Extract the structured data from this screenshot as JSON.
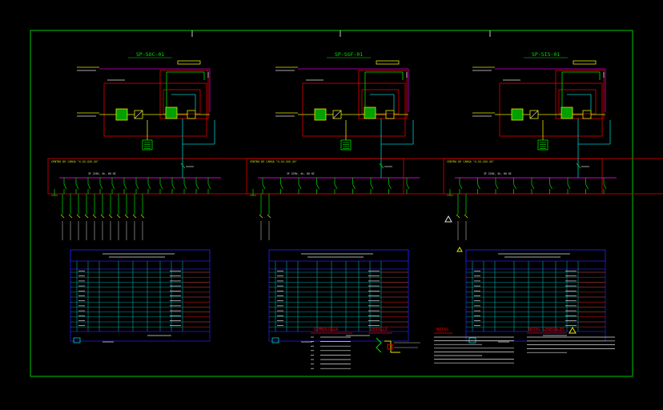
{
  "sheet": {
    "background": "#000000",
    "frame_color": "#00c800"
  },
  "colors": {
    "green": "#00e000",
    "yellow": "#e6e600",
    "red": "#e00000",
    "magenta": "#d000d0",
    "cyan": "#00c8c8",
    "blue": "#2020e0",
    "white": "#e0e0e0"
  },
  "systems": [
    {
      "title": "SP-SOC-01",
      "board_title": "CENTRO DE CARGA \"X-XX-XXX-XX\"",
      "bus_label": "3F 220V, 4h, 60 HZ",
      "branches": 13,
      "feeders": 11
    },
    {
      "title": "SP-SGF-01",
      "board_title": "CENTRO DE CARGA \"X-XX-XXX-XX\"",
      "bus_label": "3F 220V, 4h, 60 HZ",
      "branches": 9,
      "feeders": 2
    },
    {
      "title": "SP-SIS-01",
      "board_title": "CENTRO DE CARGA \"X-XX-XXX-XX\"",
      "bus_label": "3F 220V, 4h, 60 HZ",
      "branches": 9,
      "feeders": 2
    }
  ],
  "legends": {
    "symbols_title": "SIMBOLOGIA",
    "detail_title": "DETALLE",
    "notes_title": "NOTAS",
    "general_notes_title": "NOTAS GENERALES"
  }
}
